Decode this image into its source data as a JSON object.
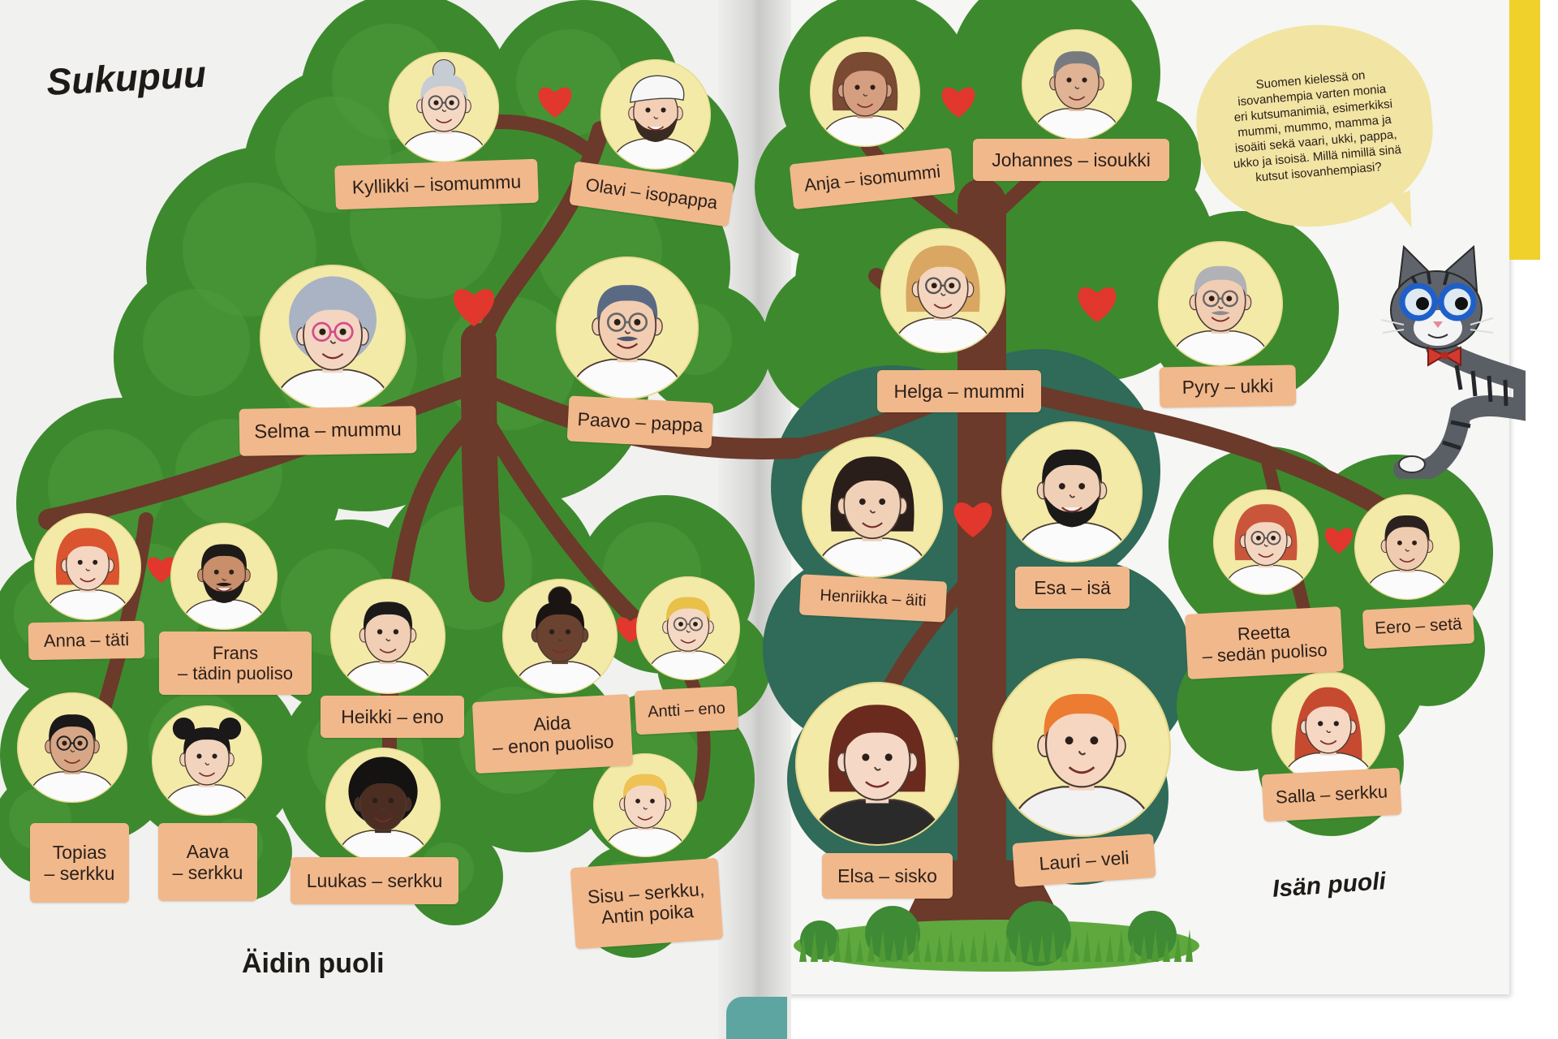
{
  "title": "Sukupuu",
  "sides": {
    "mother": "Äidin puoli",
    "father": "Isän puoli"
  },
  "labels": {
    "kyllikki": "Kyllikki – isomummu",
    "olavi": "Olavi – isopappa",
    "selma": "Selma – mummu",
    "paavo": "Paavo – pappa",
    "anna": "Anna – täti",
    "frans": [
      "Frans",
      "– tädin puoliso"
    ],
    "heikki": "Heikki – eno",
    "aida": [
      "Aida",
      "– enon puoliso"
    ],
    "antti": "Antti – eno",
    "topias": [
      "Topias",
      "– serkku"
    ],
    "aava": [
      "Aava",
      "– serkku"
    ],
    "luukas": "Luukas – serkku",
    "sisu": [
      "Sisu – serkku,",
      "Antin poika"
    ],
    "anja": "Anja – isomummi",
    "johannes": "Johannes – isoukki",
    "helga": "Helga – mummi",
    "pyry": "Pyry – ukki",
    "henriikka": "Henriikka – äiti",
    "esa": "Esa – isä",
    "reetta": [
      "Reetta",
      "– sedän puoliso"
    ],
    "eero": "Eero – setä",
    "salla": "Salla – serkku",
    "elsa": "Elsa – sisko",
    "lauri": "Lauri – veli"
  },
  "speech_bubble": {
    "lines": [
      "Suomen kielessä on",
      "isovanhempia varten monia",
      "eri kutsumanimiä, esimerkiksi",
      "mummi, mummo, mamma ja",
      "isoäiti sekä vaari, ukki, pappa,",
      "ukko ja isoisä. Millä nimillä sinä",
      "kutsut isovanhempiasi?"
    ]
  },
  "colors": {
    "heart": "#e2372c",
    "label": "#f1b88b",
    "tree_green": "#3d8a2e",
    "tree_teal": "#2f6b58",
    "trunk": "#6b3a2a",
    "bubble": "#f2e4a2"
  }
}
